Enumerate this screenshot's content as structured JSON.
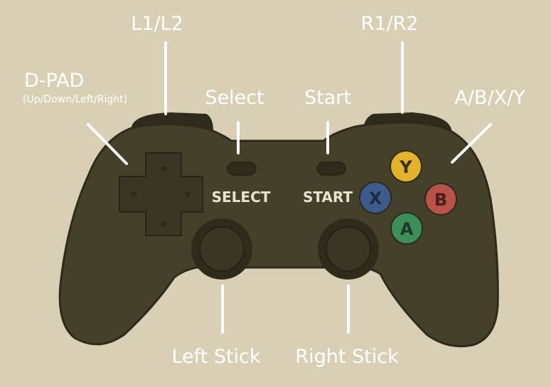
{
  "labels": {
    "dpad": "D-PAD",
    "dpad_sub": "(Up/Down/Left/Right)",
    "shoulder_left": "L1/L2",
    "shoulder_right": "R1/R2",
    "select": "Select",
    "start": "Start",
    "face_buttons": "A/B/X/Y",
    "left_stick": "Left Stick",
    "right_stick": "Right Stick"
  },
  "controller": {
    "select_text": "SELECT",
    "start_text": "START",
    "face_buttons": {
      "y": "Y",
      "x": "X",
      "b": "B",
      "a": "A"
    }
  },
  "colors": {
    "background": "#d8cfb5",
    "body": "#45402a",
    "body_dark": "#2f2b1c",
    "leader_line": "#ffffff",
    "button_y": "#e3b22a",
    "button_x": "#3d5b8c",
    "button_b": "#b9534a",
    "button_a": "#3d8f5a"
  }
}
